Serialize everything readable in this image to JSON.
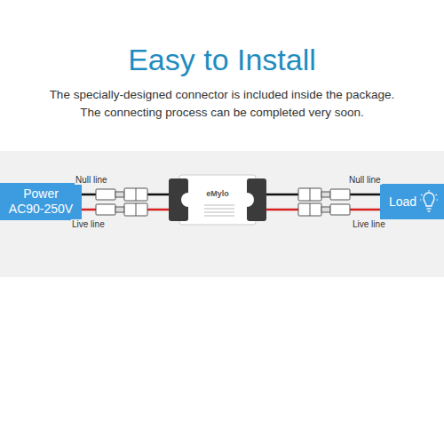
{
  "diagram": {
    "title": "Easy to Install",
    "nodes": [
      {
        "text": [
          "Power AC90-250V"
        ]
      },
      {
        "text": [
          "eMylo"
        ]
      },
      {
        "text": [
          "Load"
        ]
      }
    ],
    "edges": [
      {
        "from": 0,
        "to": 1,
        "arrow": "none",
        "label": "Null line"
      },
      {
        "from": 0,
        "to": 1,
        "arrow": "none",
        "label": "Live line"
      },
      {
        "from": 1,
        "to": 2,
        "arrow": "none",
        "label": "Null line"
      },
      {
        "from": 1,
        "to": 2,
        "arrow": "none",
        "label": "Live line"
      }
    ],
    "labels": [
      "The specially-designed connector is included inside the package.",
      "The connecting process can be completed very soon."
    ]
  }
}
